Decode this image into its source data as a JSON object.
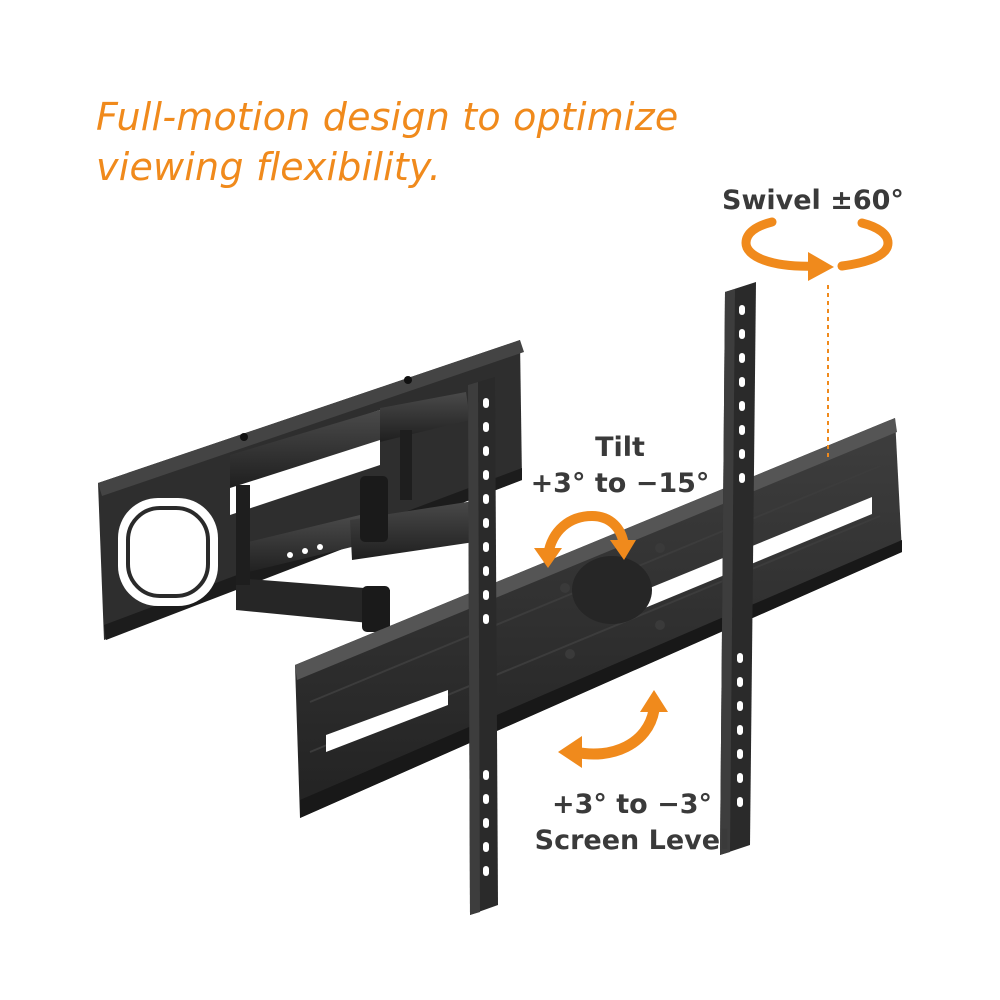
{
  "headline": {
    "line1": "Full-motion design to optimize",
    "line2": "viewing flexibility."
  },
  "labels": {
    "swivel": "Swivel ±60°",
    "tilt_title": "Tilt",
    "tilt_range": "+3° to −15°",
    "level_range": "+3° to −3°",
    "level_title": "Screen Level"
  },
  "colors": {
    "accent": "#F08A1C",
    "label_text": "#3a3a3a",
    "metal": "#2b2b2b",
    "background": "#ffffff"
  },
  "icons": {
    "swivel": "rotate-horizontal-arrow-icon",
    "tilt": "curved-double-arrow-icon",
    "level": "curved-double-arrow-icon"
  }
}
